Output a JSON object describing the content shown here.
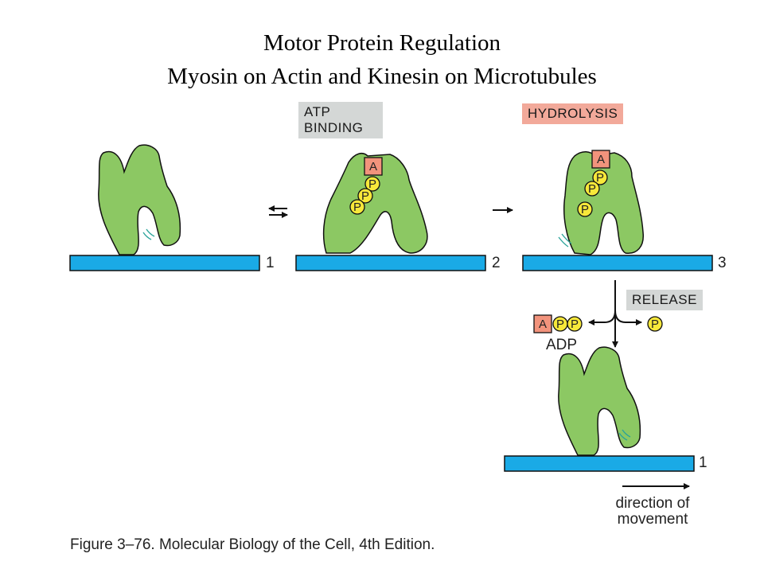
{
  "title": {
    "line1": "Motor Protein Regulation",
    "line2": "Myosin on Actin and Kinesin on Microtubules"
  },
  "steps": {
    "atp_binding": "ATP BINDING",
    "hydrolysis": "HYDROLYSIS",
    "release": "RELEASE"
  },
  "site_numbers": [
    "1",
    "2",
    "3",
    "1"
  ],
  "adp_label": "ADP",
  "adenosine_letter": "A",
  "phosphate_letter": "P",
  "direction_label": "direction of movement",
  "caption": "Figure 3–76. Molecular Biology of the Cell, 4th Edition.",
  "colors": {
    "motor": "#8cc863",
    "track": "#1aaae6",
    "adenosine": "#f2937c",
    "phosphate": "#f7e83a",
    "atp_tag": "#d4d7d6",
    "hydrolysis_tag": "#f2a99a"
  }
}
